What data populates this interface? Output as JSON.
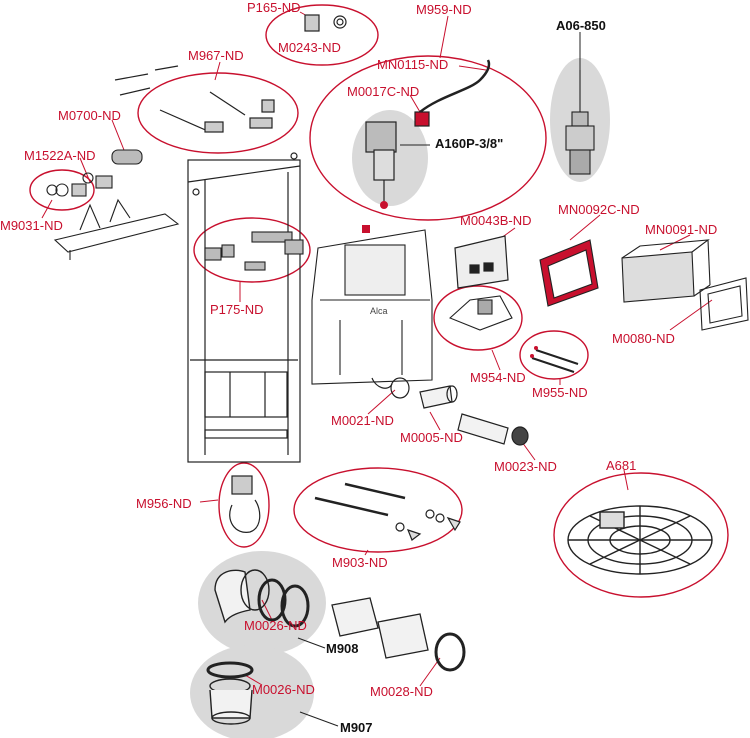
{
  "parts": {
    "p165": "P165-ND",
    "m0243": "M0243-ND",
    "m959": "M959-ND",
    "a06": "A06-850",
    "m967": "M967-ND",
    "mn0115": "MN0115-ND",
    "m0017c": "M0017C-ND",
    "a160p": "A160P-3/8\"",
    "m0700": "M0700-ND",
    "m1522a": "M1522A-ND",
    "m9031": "M9031-ND",
    "m0043b": "M0043B-ND",
    "mn0092c": "MN0092C-ND",
    "mn0091": "MN0091-ND",
    "p175": "P175-ND",
    "m0080": "M0080-ND",
    "m954": "M954-ND",
    "m955": "M955-ND",
    "m0021": "M0021-ND",
    "m0005": "M0005-ND",
    "m0023": "M0023-ND",
    "a681": "A681",
    "m956": "M956-ND",
    "m903": "M903-ND",
    "m0026a": "M0026-ND",
    "m908": "M908",
    "m0028": "M0028-ND",
    "m0026b": "M0026-ND",
    "m907": "M907"
  },
  "tank_brand": "Alca",
  "colors": {
    "callout": "#c8102e",
    "highlight_bg": "#d9d9d9",
    "line": "#222222"
  }
}
